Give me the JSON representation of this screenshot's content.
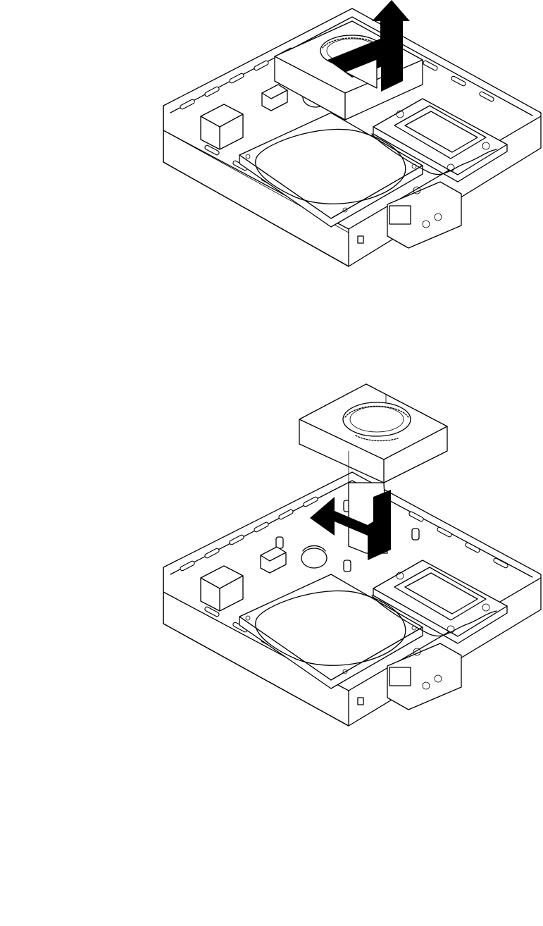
{
  "figures": [
    {
      "id": "step-1",
      "arrow": "up"
    },
    {
      "id": "step-2",
      "arrow": "left"
    }
  ],
  "colors": {
    "line": "#000000",
    "background": "#ffffff"
  },
  "icons": {
    "blower_fan": "fan-icon",
    "arrow_up": "arrow-up-icon",
    "arrow_left": "arrow-left-icon"
  }
}
